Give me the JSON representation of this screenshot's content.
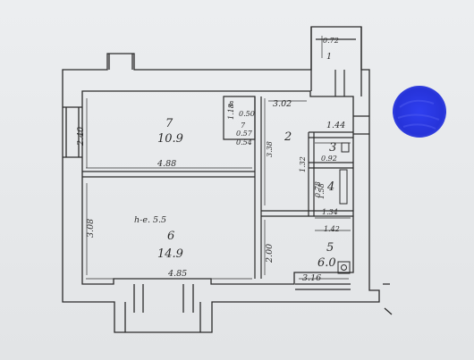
{
  "rooms": [
    {
      "number": "1",
      "area": ""
    },
    {
      "number": "2",
      "area": ""
    },
    {
      "number": "3",
      "area": ""
    },
    {
      "number": "4",
      "area": ""
    },
    {
      "number": "5",
      "area": "6.0"
    },
    {
      "number": "6",
      "area": "14.9"
    },
    {
      "number": "7",
      "area": "10.9"
    },
    {
      "number": "8",
      "area": ""
    }
  ],
  "dimensions": {
    "d_072": "0.72",
    "d_302": "3.02",
    "d_144": "1.44",
    "d_240": "2.40",
    "d_488": "4.88",
    "d_118": "1.18",
    "d_050": "0.50",
    "d_057": "0.57",
    "d_054": "0.54",
    "d_338": "3.38",
    "d_132": "1.32",
    "d_092": "0.92",
    "d_158": "1.58",
    "d_134": "1.34",
    "d_142": "1.42",
    "d_308": "3.08",
    "d_200": "2.00",
    "d_485": "4.85",
    "d_316": "3.16",
    "d_078": "0.78"
  },
  "height_note": "h-e. 5.5",
  "room7_label": "7",
  "colors": {
    "ink": "#2b2b2b",
    "marker": "#2633d9"
  }
}
